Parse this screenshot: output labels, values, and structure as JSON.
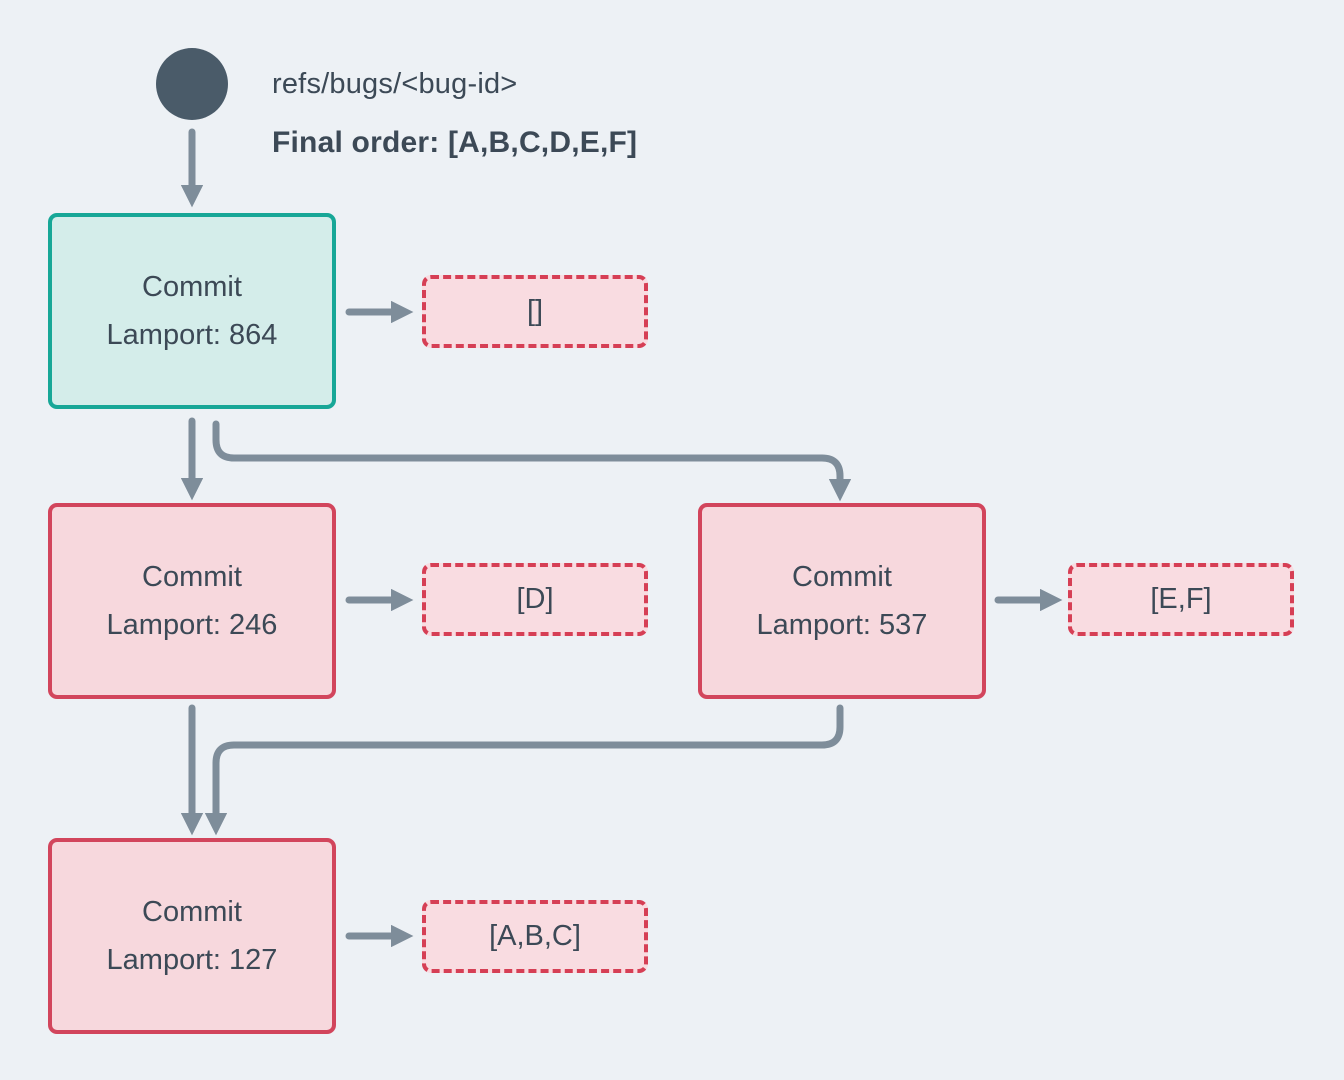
{
  "header": {
    "ref": "refs/bugs/<bug-id>",
    "final_order": "Final order: [A,B,C,D,E,F]"
  },
  "nodes": [
    {
      "id": "commit-864",
      "title": "Commit",
      "subtitle": "Lamport: 864",
      "variant": "teal",
      "bugs": "[]"
    },
    {
      "id": "commit-246",
      "title": "Commit",
      "subtitle": "Lamport: 246",
      "variant": "red",
      "bugs": "[D]"
    },
    {
      "id": "commit-537",
      "title": "Commit",
      "subtitle": "Lamport: 537",
      "variant": "red",
      "bugs": "[E,F]"
    },
    {
      "id": "commit-127",
      "title": "Commit",
      "subtitle": "Lamport: 127",
      "variant": "red",
      "bugs": "[A,B,C]"
    }
  ],
  "colors": {
    "bg": "#edf1f5",
    "ink": "#3c4956",
    "arrow": "#7e8d9a",
    "circle": "#4a5b69",
    "teal_border": "#17a797",
    "teal_fill": "#d4edea",
    "red_border": "#d2455c",
    "red_fill": "#f7d8dd",
    "dash_border": "#d63f55",
    "dash_fill": "#f9dce1"
  }
}
